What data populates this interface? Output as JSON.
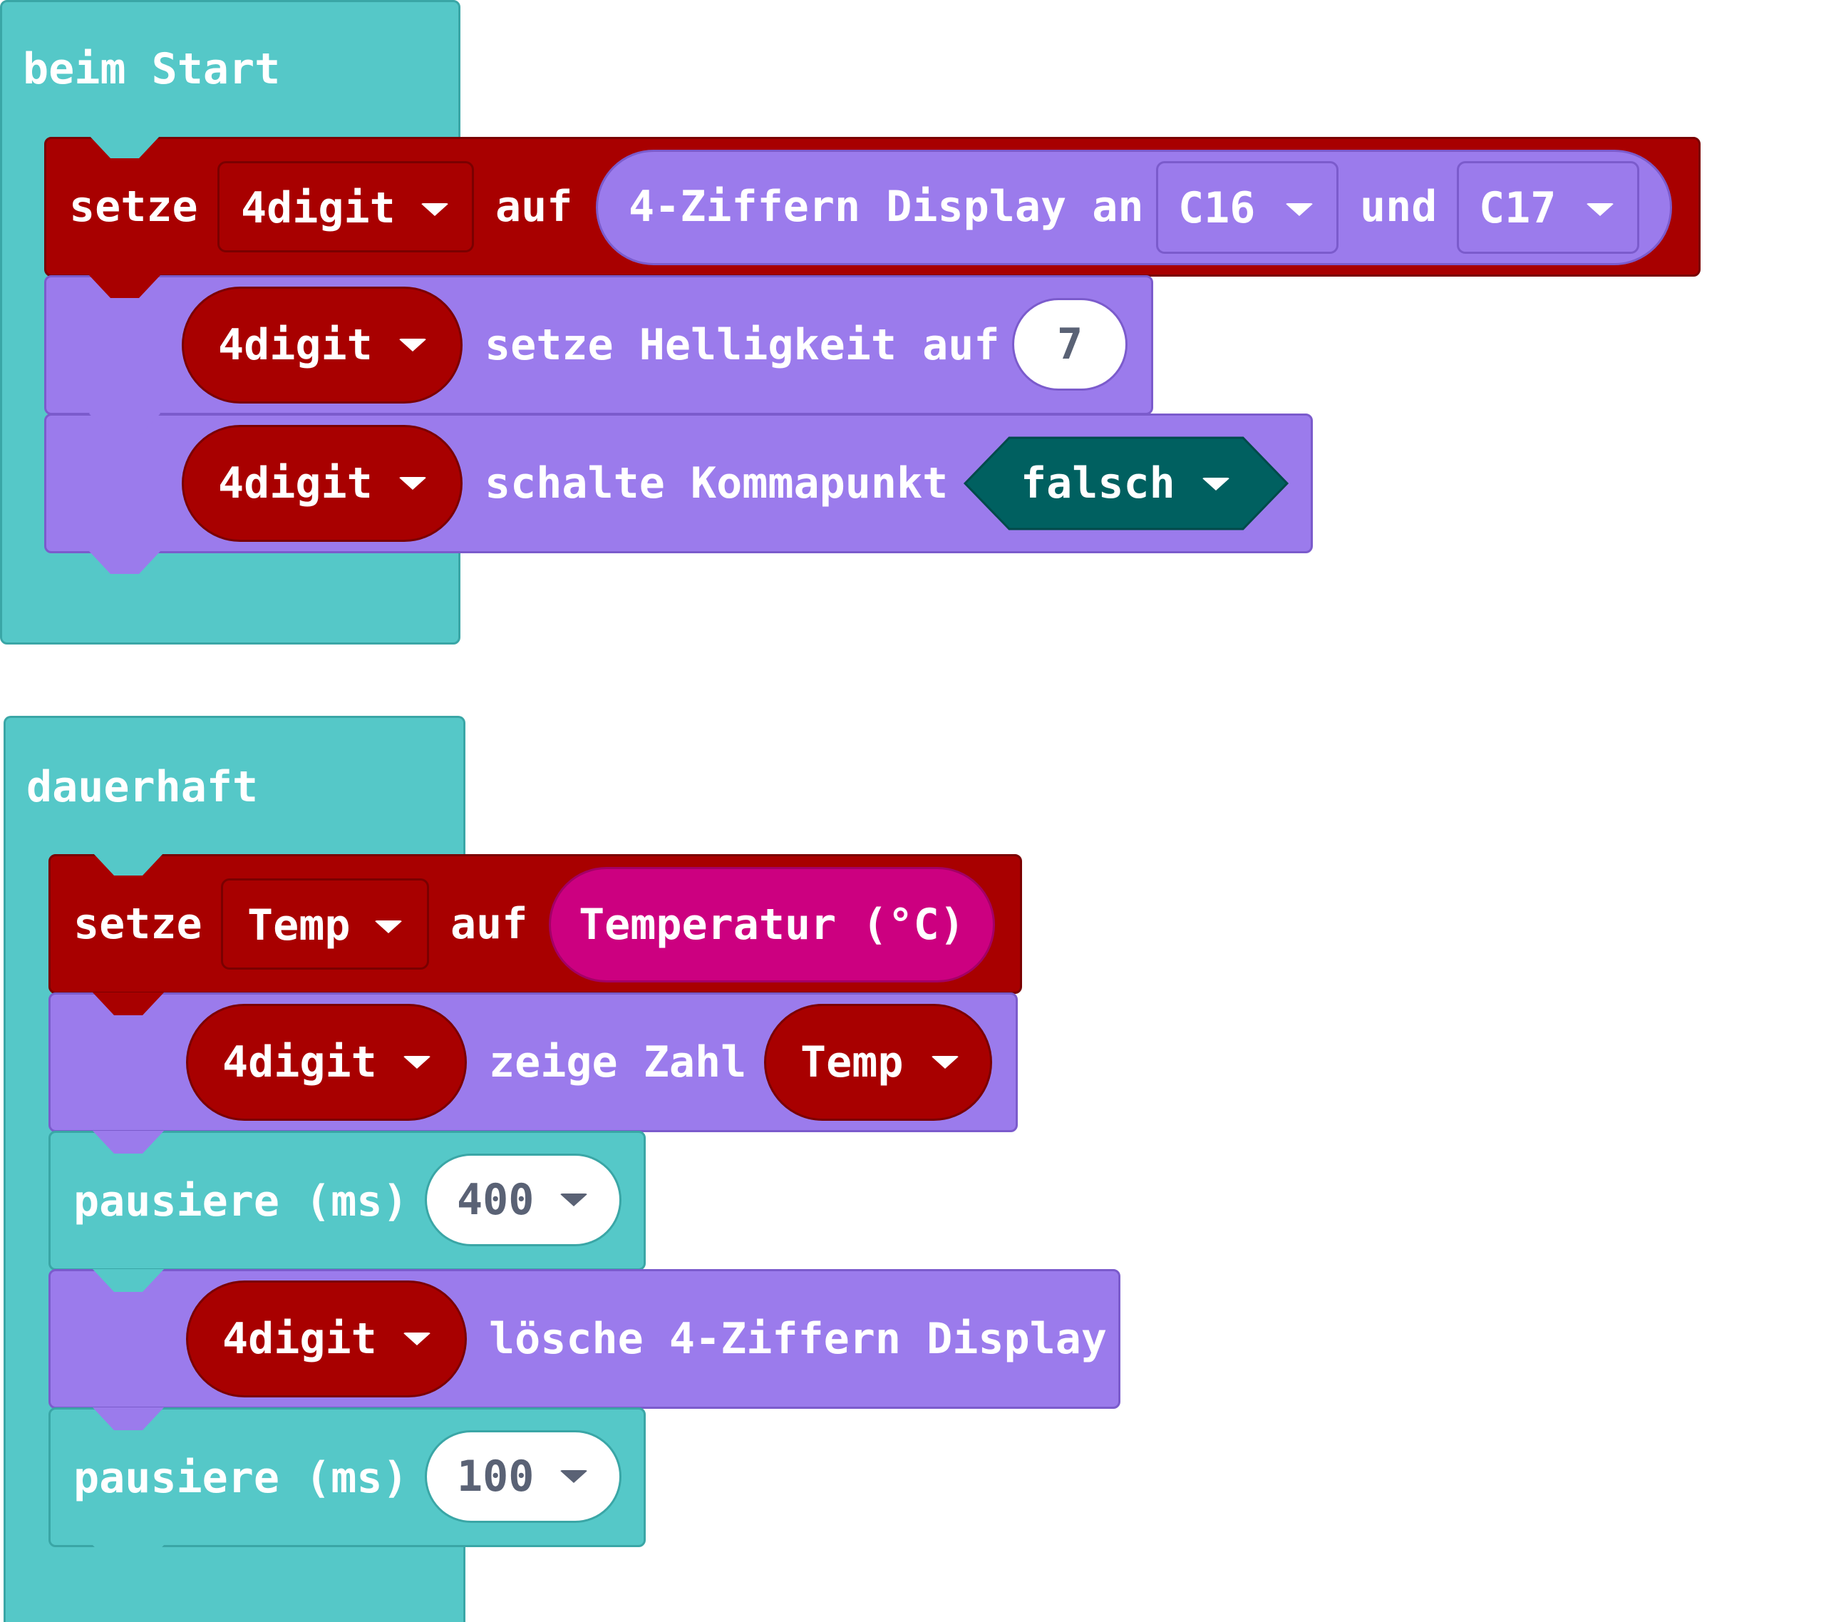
{
  "on_start": {
    "hat_label": "beim Start",
    "set_block": {
      "setze": "setze",
      "variable": "4digit",
      "auf": "auf",
      "display_label": "4-Ziffern Display an",
      "pin1": "C16",
      "und": "und",
      "pin2": "C17"
    },
    "brightness_block": {
      "target": "4digit",
      "label": "setze Helligkeit auf",
      "value": "7"
    },
    "decimal_block": {
      "target": "4digit",
      "label": "schalte Kommapunkt",
      "value": "falsch"
    }
  },
  "forever": {
    "hat_label": "dauerhaft",
    "set_block": {
      "setze": "setze",
      "variable": "Temp",
      "auf": "auf",
      "sensor": "Temperatur (°C)"
    },
    "show_block": {
      "target": "4digit",
      "label": "zeige Zahl",
      "value": "Temp"
    },
    "pause1": {
      "label": "pausiere (ms)",
      "value": "400"
    },
    "clear_block": {
      "target": "4digit",
      "label": "lösche 4-Ziffern Display"
    },
    "pause2": {
      "label": "pausiere (ms)",
      "value": "100"
    }
  },
  "colors": {
    "loops": "#55c8c8",
    "variables": "#a80000",
    "display": "#9b7bec",
    "logic": "#006060",
    "input": "#cc0080"
  }
}
